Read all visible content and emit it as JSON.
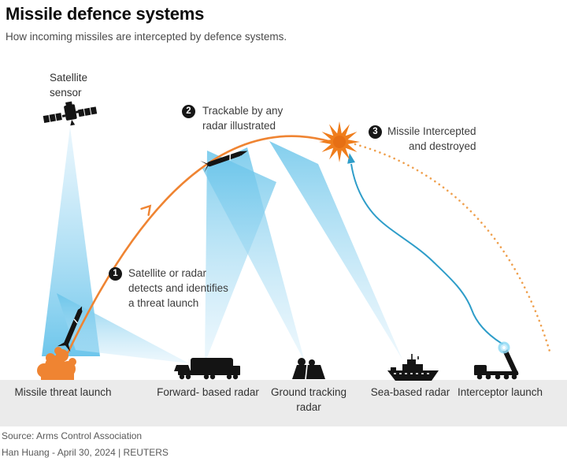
{
  "header": {
    "title": "Missile defence systems",
    "subtitle": "How incoming missiles are intercepted by defence systems."
  },
  "satellite": {
    "label_line1": "Satellite",
    "label_line2": "sensor"
  },
  "annotations": [
    {
      "number": "1",
      "line1": "Satellite or radar",
      "line2": "detects and identifies",
      "line3": "a threat launch"
    },
    {
      "number": "2",
      "line1": "Trackable by any",
      "line2": "radar illustrated"
    },
    {
      "number": "3",
      "line1": "Missile Intercepted",
      "line2": "and destroyed"
    }
  ],
  "ground_items": [
    {
      "label_line1": "Missile threat",
      "label_line2": "launch"
    },
    {
      "label_line1": "Forward-",
      "label_line2": "based radar"
    },
    {
      "label_line1": "Ground",
      "label_line2": "tracking radar"
    },
    {
      "label_line1": "Sea-based",
      "label_line2": "radar"
    },
    {
      "label_line1": "Interceptor",
      "label_line2": "launch"
    }
  ],
  "footer": {
    "source": "Source: Arms Control Association",
    "credit": "Han Huang - April 30, 2024 | REUTERS"
  },
  "icons": [
    "satellite-icon",
    "missile-icon",
    "explosion-icon",
    "launch-smoke-icon",
    "forward-based-radar-icon",
    "ground-tracking-radar-icon",
    "sea-based-radar-ship-icon",
    "interceptor-launcher-truck-icon",
    "interceptor-flash-icon",
    "trajectory-arrow-icon"
  ],
  "colors": {
    "accent_orange": "#EF8432",
    "dotted_orange": "#EFA04E",
    "beam_blue": "#56BDE8",
    "interceptor_blue": "#2E9DC9",
    "ground_band_gray": "#EBEBEB",
    "silhouette_black": "#141414"
  }
}
